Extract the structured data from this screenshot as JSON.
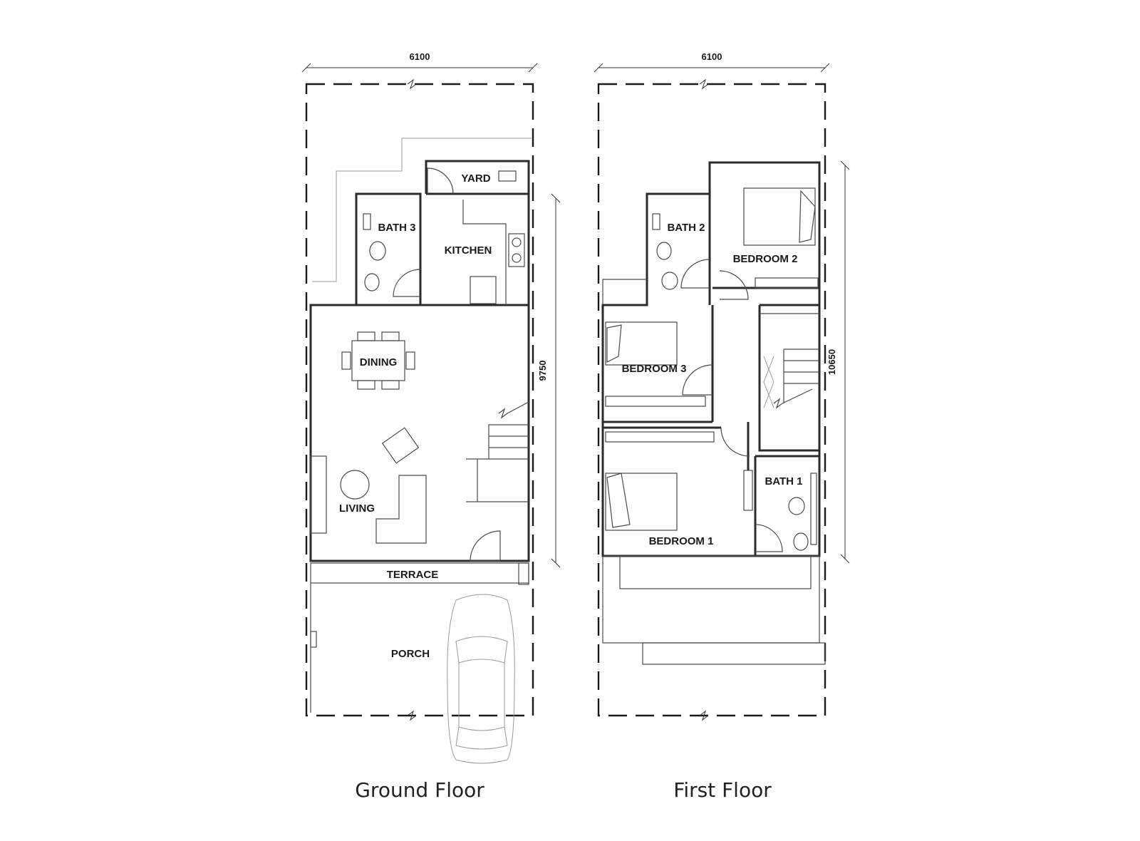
{
  "ground_floor": {
    "caption": "Ground Floor",
    "width_dim": "6100",
    "depth_dim": "9750",
    "rooms": {
      "yard": "YARD",
      "bath3": "BATH 3",
      "kitchen": "KITCHEN",
      "dining": "DINING",
      "living": "LIVING",
      "terrace": "TERRACE",
      "porch": "PORCH"
    }
  },
  "first_floor": {
    "caption": "First Floor",
    "width_dim": "6100",
    "depth_dim": "10650",
    "rooms": {
      "bath2": "BATH 2",
      "bedroom2": "BEDROOM 2",
      "bedroom3": "BEDROOM 3",
      "bath1": "BATH 1",
      "bedroom1": "BEDROOM 1"
    }
  }
}
